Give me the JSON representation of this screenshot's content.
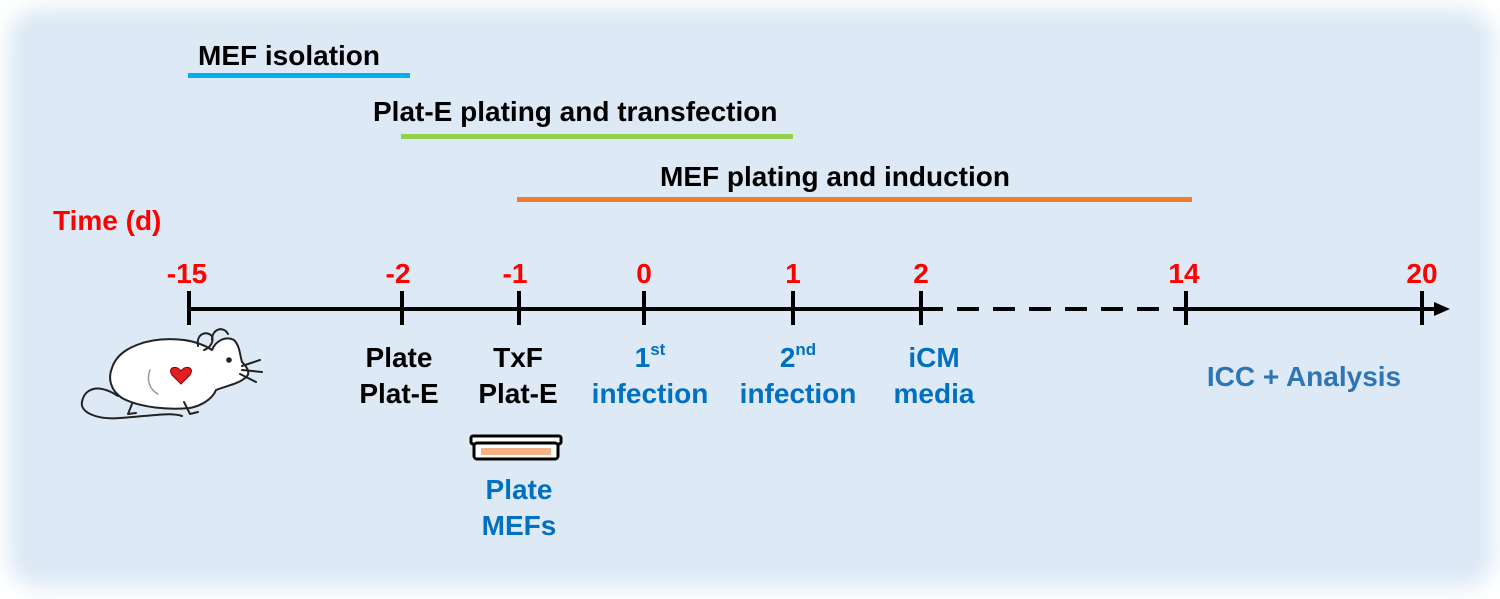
{
  "phases": [
    {
      "label": "MEF isolation",
      "color": "#00b0f0"
    },
    {
      "label": "Plat-E plating and transfection",
      "color": "#92d050"
    },
    {
      "label": "MEF plating and induction",
      "color": "#ed7d31"
    }
  ],
  "axis": {
    "title": "Time (d)",
    "ticks": [
      "-15",
      "-2",
      "-1",
      "0",
      "1",
      "2",
      "14",
      "20"
    ]
  },
  "events": {
    "plate_platE": {
      "line1": "Plate",
      "line2": "Plat-E"
    },
    "txf_platE": {
      "line1": "TxF",
      "line2": "Plat-E"
    },
    "infection1": {
      "num": "1",
      "sup": "st",
      "line2": "infection"
    },
    "infection2": {
      "num": "2",
      "sup": "nd",
      "line2": "infection"
    },
    "icm_media": {
      "line1": "iCM",
      "line2": "media"
    },
    "icc_analysis": {
      "label": "ICC + Analysis"
    },
    "plate_mefs": {
      "line1": "Plate",
      "line2": "MEFs"
    }
  },
  "icons": [
    "mouse-icon",
    "heart-icon",
    "culture-dish-icon"
  ],
  "colors": {
    "background": "#dde9f5",
    "time_red": "#ff0000",
    "event_blue": "#0070c0",
    "analysis_blue": "#2e75b6",
    "dish_fill": "#f4b183"
  }
}
